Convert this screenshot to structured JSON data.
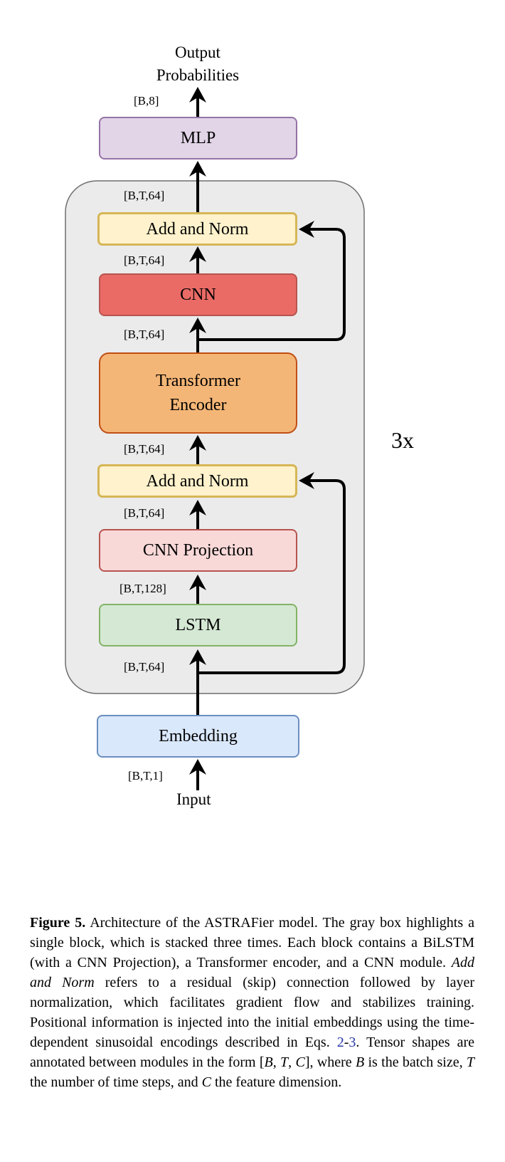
{
  "diagram": {
    "output_label": [
      "Output",
      "Probabilities"
    ],
    "input_label": "Input",
    "repeat_label": "3x",
    "blocks": {
      "mlp": "MLP",
      "add_norm_top": "Add and Norm",
      "cnn": "CNN",
      "transformer": [
        "Transformer",
        "Encoder"
      ],
      "add_norm_bottom": "Add and Norm",
      "cnn_projection": "CNN Projection",
      "lstm": "LSTM",
      "embedding": "Embedding"
    },
    "shapes": {
      "mlp_out": "[B,8]",
      "above_add_norm_top": "[B,T,64]",
      "cnn_out": "[B,T,64]",
      "transformer_out": "[B,T,64]",
      "above_add_norm_bottom": "[B,T,64]",
      "cnn_proj_out": "[B,T,64]",
      "lstm_out": "[B,T,128]",
      "block_in": "[B,T,64]",
      "input": "[B,T,1]"
    },
    "colors": {
      "block_bg": "#ebebeb",
      "block_border": "#6e6e6e",
      "mlp_fill": "#e1d5e7",
      "mlp_border": "#9673a6",
      "add_norm_fill": "#fff2cc",
      "add_norm_border": "#d6b656",
      "cnn_fill": "#ea6b66",
      "cnn_border": "#b85450",
      "transformer_fill": "#f4b677",
      "transformer_border": "#c04f15",
      "cnn_proj_fill": "#f8d9d8",
      "cnn_proj_border": "#b85450",
      "lstm_fill": "#d5e8d4",
      "lstm_border": "#82b366",
      "embedding_fill": "#dae8fc",
      "embedding_border": "#6c8ebf"
    }
  },
  "caption": {
    "figure_label": "Figure 5.",
    "part1": " Architecture of the ASTRAFier model. The gray box highlights a single block, which is stacked three times. Each block contains a BiLSTM (with a CNN Projection), a Transformer encoder, and a CNN module. ",
    "add_norm_term": "Add and Norm",
    "part2": " refers to a residual (skip) connection followed by layer normalization, which facilitates gradient flow and stabilizes training. Positional information is injected into the initial embeddings using the time-dependent sinusoidal encodings described in Eqs. ",
    "eq_ref_1": "2",
    "eq_sep": "-",
    "eq_ref_2": "3",
    "part3": ". Tensor shapes are annotated between modules in the form [",
    "form_b": "B",
    "form_sep1": ", ",
    "form_t": "T",
    "form_sep2": ", ",
    "form_c": "C",
    "part4": "], where ",
    "var_b": "B",
    "part5": " is the batch size, ",
    "var_t": "T",
    "part6": " the number of time steps, and ",
    "var_c": "C",
    "part7": " the feature dimension."
  }
}
